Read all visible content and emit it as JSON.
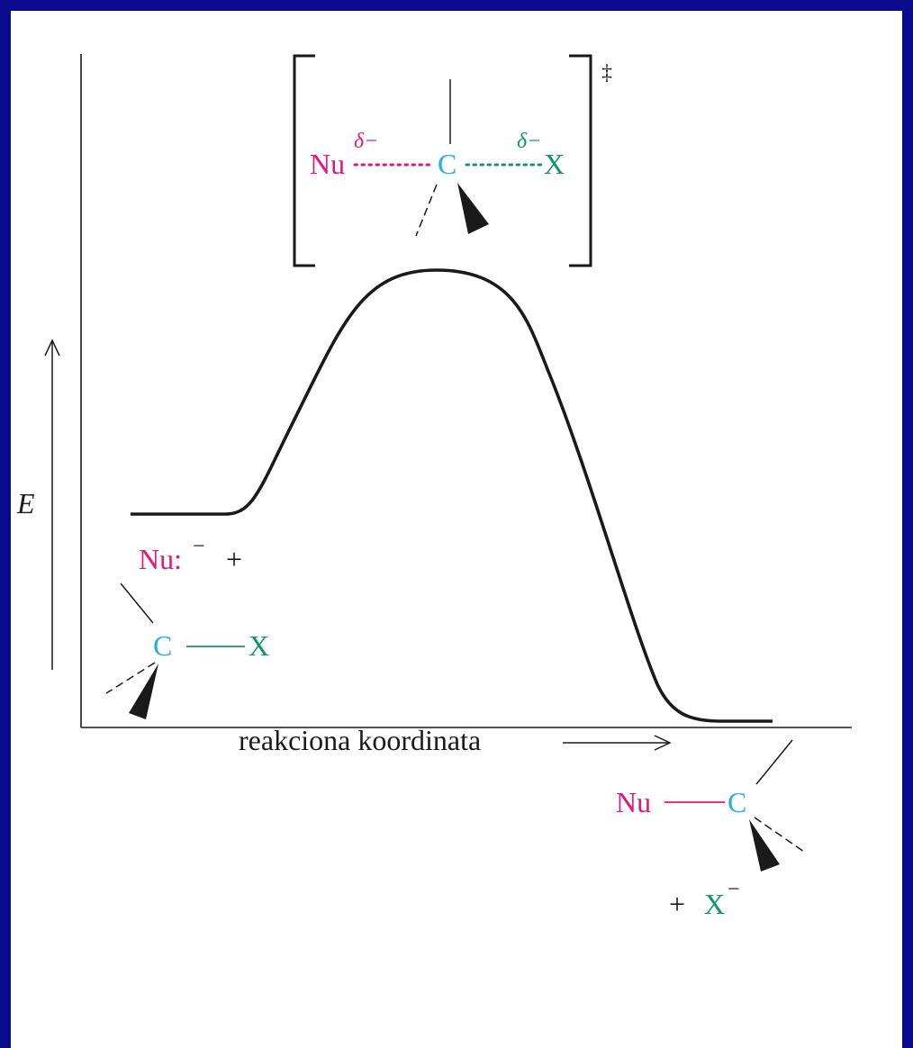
{
  "colors": {
    "frame": "#0a0a8c",
    "nucleophile": "#e6157e",
    "carbon": "#29aee3",
    "leaving_group": "#12956a",
    "ink": "#1a1a1a"
  },
  "axes": {
    "y_label": "E",
    "x_label": "reakciona koordinata"
  },
  "transition_state": {
    "nu": "Nu",
    "nu_charge": "δ−",
    "c": "C",
    "x_charge": "δ−",
    "x": "X",
    "dagger": "‡"
  },
  "reactants": {
    "nu": "Nu:",
    "nu_charge": "−",
    "plus": "+",
    "c": "C",
    "x": "X"
  },
  "products": {
    "nu": "Nu",
    "c": "C",
    "plus": "+",
    "x": "X",
    "x_charge": "−"
  }
}
